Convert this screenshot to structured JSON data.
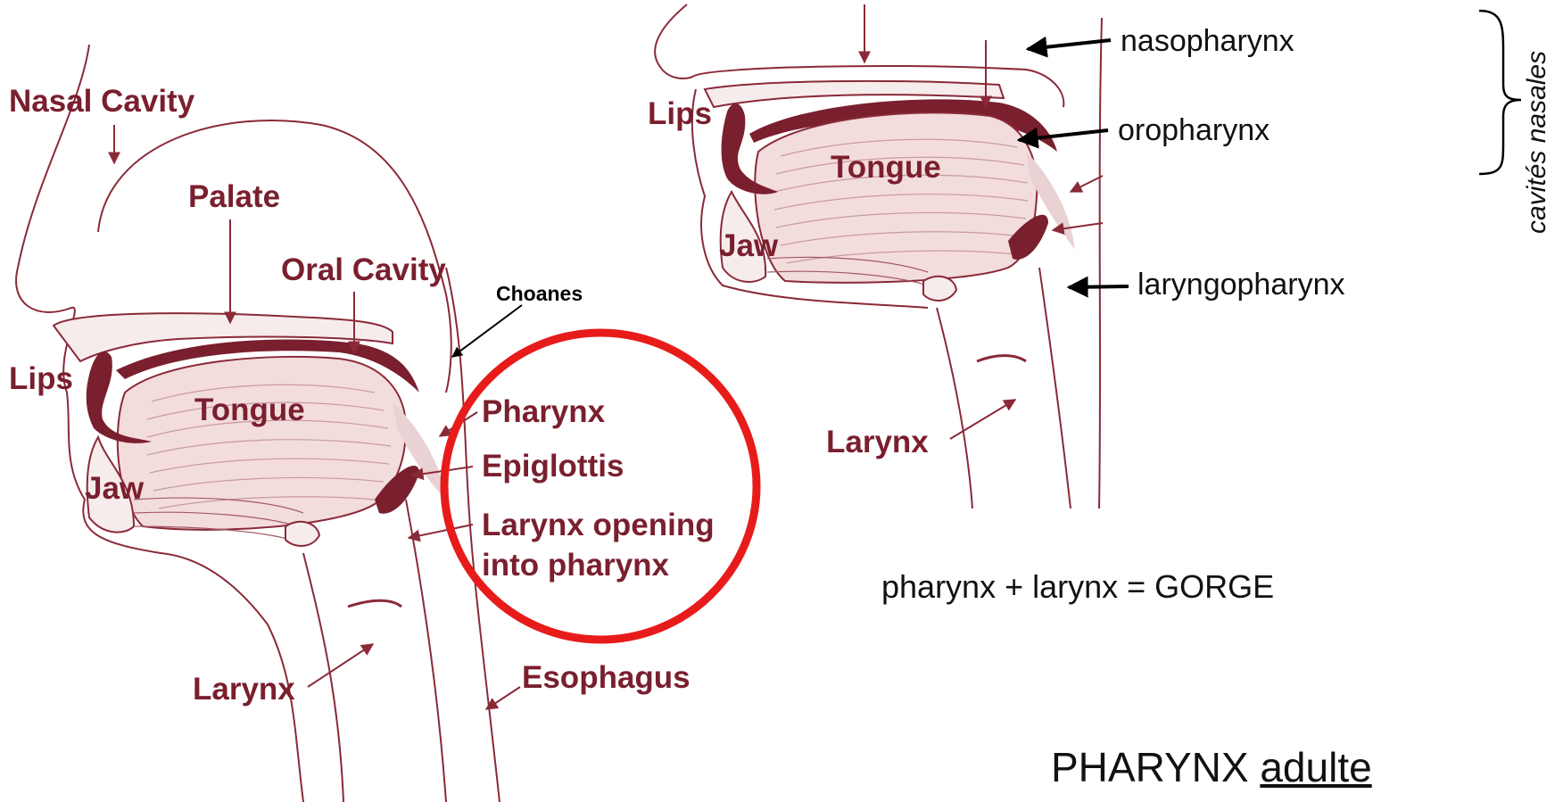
{
  "left_figure": {
    "labels": {
      "nasal_cavity": "Nasal Cavity",
      "palate": "Palate",
      "oral_cavity": "Oral Cavity",
      "choanes": "Choanes",
      "lips": "Lips",
      "tongue": "Tongue",
      "jaw": "Jaw",
      "pharynx": "Pharynx",
      "epiglottis": "Epiglottis",
      "larynx_opening_line1": "Larynx opening",
      "larynx_opening_line2": "into pharynx",
      "larynx": "Larynx",
      "esophagus": "Esophagus"
    }
  },
  "right_figure": {
    "labels": {
      "lips": "Lips",
      "tongue": "Tongue",
      "jaw": "Jaw",
      "larynx": "Larynx",
      "nasopharynx": "nasopharynx",
      "oropharynx": "oropharynx",
      "laryngopharynx": "laryngopharynx",
      "cavites_nasales": "cavités nasales"
    }
  },
  "equation": "pharynx + larynx = GORGE",
  "title": {
    "main": "PHARYNX",
    "underlined": "adulte"
  },
  "colors": {
    "anatomy_red": "#7a1f2e",
    "anatomy_fill": "#f3dcdc",
    "highlight_circle": "#e81b1b"
  }
}
